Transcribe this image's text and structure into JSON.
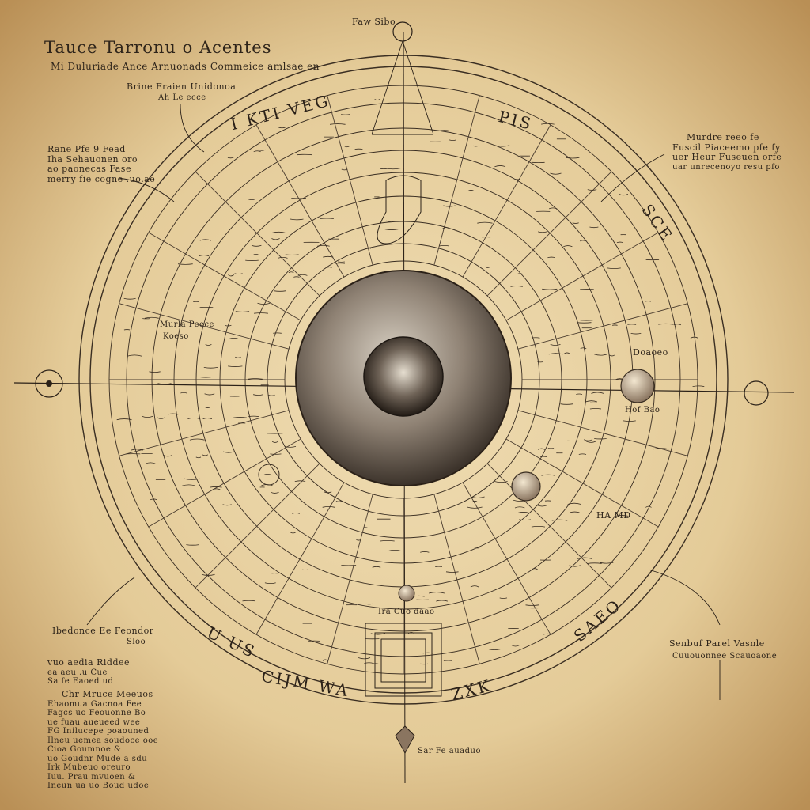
{
  "header": {
    "top_mark": "Faw Sibo",
    "title": "Tauce Tarronu o Acentes",
    "subtitle": "Mi Duluriade Ance Arnuonads Commeice amlsae en",
    "label_upper_left": "Brine Fraien Unidonoa",
    "label_upper_left_sub": "Ah Le ecce"
  },
  "labels": {
    "left_block": [
      "Rane Pfe 9 Fead",
      "Iha Sehauonen oro",
      "ao paonecas Fase",
      "merry fie cogne .uo.ae"
    ],
    "right_block": [
      "Murdre reeo fe",
      "Fuscil Piaceemo pfe fy",
      "uer Heur Fuseuen orfe",
      "uar unrecenoyo resu pfo"
    ],
    "lower_left_heading": "Ibedonce Ee Feondor",
    "lower_left_heading_sub": "Sloo",
    "lower_left_block": [
      "vuo aedia Riddee",
      "ea aeu .u Cue",
      "Sa fe Eaoed ud"
    ],
    "lower_left_block2": [
      "Chr Mruce Meeuos",
      "Ehaomua Gacnoa Fee",
      "Fagcs uo Feouonne Bo",
      "ue fuau aueueed wee",
      "FG Inilucepe poaouned",
      "Ilneu uemea soudoce ooe",
      "Cioa Goumnoe &",
      "uo Goudnr Mude a sdu",
      "Irk Mubeuo oreuro",
      "Iuu. Prau mvuoen &",
      "Ineun ua uo Boud udoe"
    ],
    "lower_right": "Senbuf Parel Vasnle",
    "lower_right_sub": "Cuuouonnee Scauoaone",
    "bottom_center": "Sar Fe auaduo"
  },
  "ring_text": {
    "upper": "I KTI VEG",
    "upper_right": "PIS",
    "right": "SCE",
    "bottom_left": "U US",
    "bottom": "CIJM WA",
    "bottom_right": "ZXK",
    "lower_right": "SAEO"
  },
  "inner_labels": {
    "left_mid": "Murla Peece",
    "left_mid2": "Koeso",
    "right_mid": "Doaoeo",
    "right_mid2": "Hof Bao",
    "lower_center": "Ira Cuo daao",
    "lower_right_inner": "HA MD"
  },
  "colors": {
    "parchment": "#e4cfa0",
    "parchment_edge": "#b8945e",
    "ink": "#2b2118",
    "sphere_outer": "#5a4f44",
    "sphere_light": "#c9c0b4"
  }
}
